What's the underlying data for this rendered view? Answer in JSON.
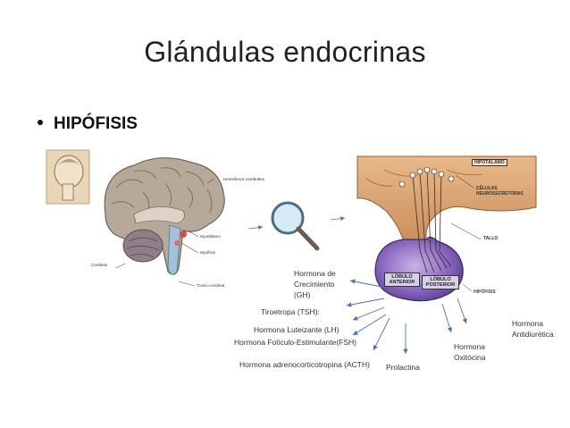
{
  "slide": {
    "title": "Glándulas endocrinas",
    "bullet": "HIPÓFISIS"
  },
  "brain_labels": {
    "hemispheres": "Hemisferios cerebrales",
    "hypothalamus": "Hipotálamo",
    "hypophysis": "Hipófisis",
    "cerebellum": "Cerebelo",
    "brainstem": "Tronco cerebral"
  },
  "gland_labels": {
    "hypothalamus": "HIPOTÁLAMO",
    "neurosecretory_cells": "CÉLULAS NEUROSECRETORAS",
    "stalk": "TALLO",
    "anterior_lobe": "LÓBULO ANTERIOR",
    "posterior_lobe": "LÓBULO POSTERIOR",
    "hypophysis": "HIPÓFISIS"
  },
  "hormones": {
    "gh": "Hormona de Crecimiento (GH)",
    "tsh": "Tiroetropa (TSH):",
    "lh": "Hormona Luteizante (LH)",
    "fsh": "Hormona Folículo-Estimulante(FSH)",
    "acth": "Hormona adrenocorticotropina (ACTH)",
    "prolactin": "Prolactina",
    "oxytocin": "Hormona Oxitócina",
    "adh": "Hormona Antidiurética"
  },
  "colors": {
    "arrow": "#4a6fbf",
    "gland": "#8c6bbf",
    "brain": "#b7a99a",
    "tissue": "#d8a77a"
  }
}
